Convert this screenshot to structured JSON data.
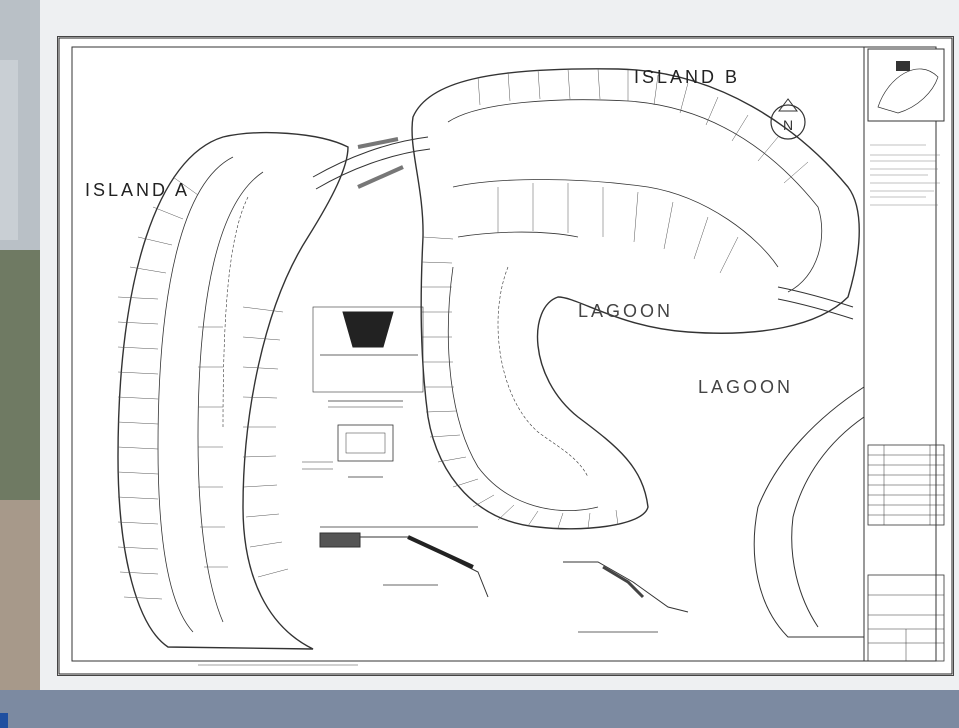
{
  "plan": {
    "island_a_label": "ISLAND A",
    "island_b_label": "ISLAND B",
    "lagoon_label": "LAGOON",
    "north_arrow_letter": "N"
  },
  "colors": {
    "sheet": "#ffffff",
    "linework": "#333333",
    "card": "#eef0f2",
    "backdrop": "#8e949a"
  }
}
